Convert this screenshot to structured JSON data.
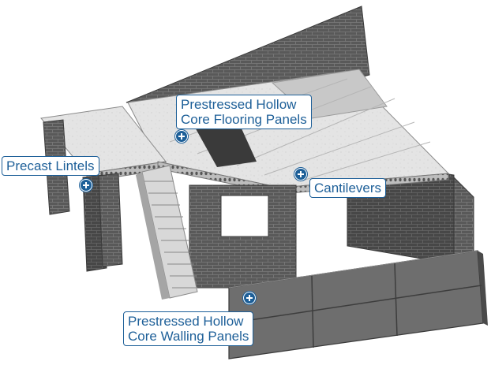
{
  "callouts": {
    "flooring": {
      "line1": "Prestressed Hollow",
      "line2": "Core Flooring Panels",
      "icon": "plus-circle-icon"
    },
    "lintels": {
      "label": "Precast Lintels",
      "icon": "plus-circle-icon"
    },
    "cantilevers": {
      "label": "Cantilevers",
      "icon": "plus-circle-icon"
    },
    "walling": {
      "line1": "Prestressed Hollow",
      "line2": "Core Walling Panels",
      "icon": "plus-circle-icon"
    }
  },
  "colors": {
    "accent": "#1d5f98",
    "brick": "#5a5a5a",
    "slab": "#e2e2e2",
    "panel": "#6e6e6e"
  }
}
